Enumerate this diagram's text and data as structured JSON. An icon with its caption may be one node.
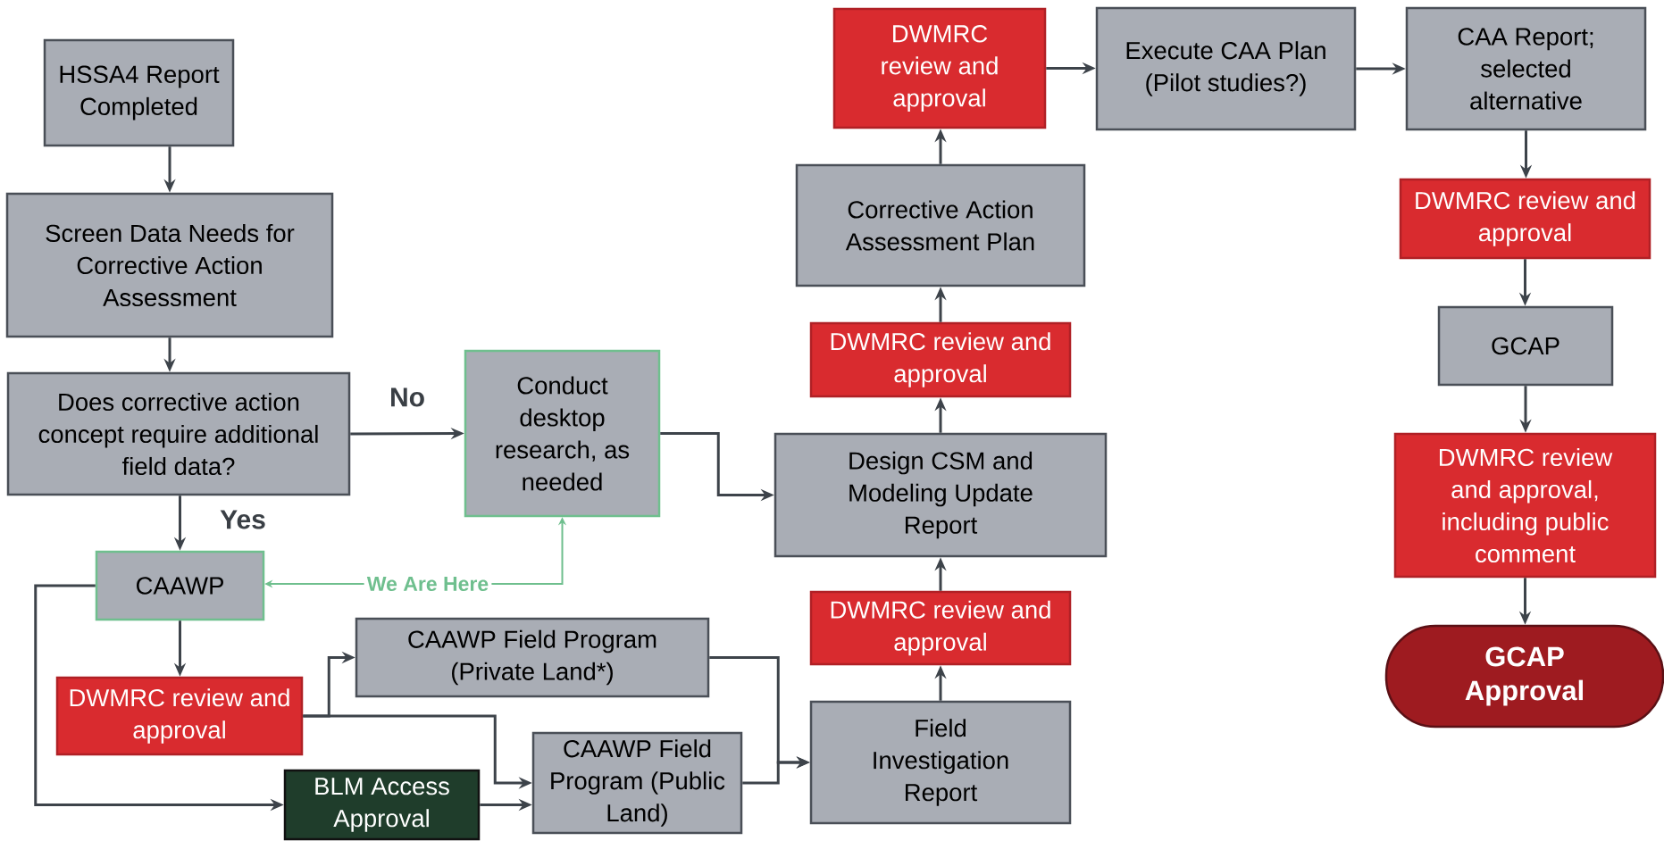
{
  "diagram": {
    "nodes": [
      {
        "text": [
          "HSSA4 Report Completed"
        ]
      },
      {
        "text": [
          "Screen Data Needs for Corrective Action Assessment"
        ]
      },
      {
        "text": [
          "Does corrective action concept require additional field data?"
        ]
      },
      {
        "text": [
          "Conduct desktop research, as needed"
        ]
      },
      {
        "text": [
          "CAAWP"
        ]
      },
      {
        "text": [
          "We Are Here"
        ]
      },
      {
        "text": [
          "DWMRC review and approval"
        ]
      },
      {
        "text": [
          "CAAWP Field Program (Private Land*)"
        ]
      },
      {
        "text": [
          "BLM Access Approval"
        ]
      },
      {
        "text": [
          "CAAWP Field Program (Public Land)"
        ]
      },
      {
        "text": [
          "Field Investigation Report"
        ]
      },
      {
        "text": [
          "DWMRC review and approval"
        ]
      },
      {
        "text": [
          "Design CSM and Modeling Update Report"
        ]
      },
      {
        "text": [
          "DWMRC review and approval"
        ]
      },
      {
        "text": [
          "Corrective Action Assessment Plan"
        ]
      },
      {
        "text": [
          "DWMRC review and approval"
        ]
      },
      {
        "text": [
          "Execute CAA Plan (Pilot studies?)"
        ]
      },
      {
        "text": [
          "CAA Report; selected alternative"
        ]
      },
      {
        "text": [
          "DWMRC review and approval"
        ]
      },
      {
        "text": [
          "GCAP"
        ]
      },
      {
        "text": [
          "DWMRC review and approval, including public comment"
        ]
      },
      {
        "text": [
          "GCAP Approval"
        ]
      }
    ],
    "edges": [
      {
        "from": 0,
        "to": 1,
        "arrow": "to"
      },
      {
        "from": 1,
        "to": 2,
        "arrow": "to"
      },
      {
        "from": 2,
        "to": 3,
        "arrow": "to",
        "label": "No"
      },
      {
        "from": 2,
        "to": 4,
        "arrow": "to",
        "label": "Yes"
      },
      {
        "from": 3,
        "to": 12,
        "arrow": "to"
      },
      {
        "from": 5,
        "to": 4,
        "arrow": "to",
        "color": "#6fbf8e"
      },
      {
        "from": 5,
        "to": 3,
        "arrow": "to",
        "color": "#6fbf8e"
      },
      {
        "from": 4,
        "to": 6,
        "arrow": "to"
      },
      {
        "from": 4,
        "to": 8,
        "arrow": "to"
      },
      {
        "from": 6,
        "to": 7,
        "arrow": "to"
      },
      {
        "from": 6,
        "to": 9,
        "arrow": "to"
      },
      {
        "from": 8,
        "to": 9,
        "arrow": "to"
      },
      {
        "from": 7,
        "to": 10,
        "arrow": "to"
      },
      {
        "from": 9,
        "to": 10,
        "arrow": "to"
      },
      {
        "from": 10,
        "to": 11,
        "arrow": "to"
      },
      {
        "from": 11,
        "to": 12,
        "arrow": "to"
      },
      {
        "from": 12,
        "to": 13,
        "arrow": "to"
      },
      {
        "from": 13,
        "to": 14,
        "arrow": "to"
      },
      {
        "from": 14,
        "to": 15,
        "arrow": "to"
      },
      {
        "from": 15,
        "to": 16,
        "arrow": "to"
      },
      {
        "from": 16,
        "to": 17,
        "arrow": "to"
      },
      {
        "from": 17,
        "to": 18,
        "arrow": "to"
      },
      {
        "from": 18,
        "to": 19,
        "arrow": "to"
      },
      {
        "from": 19,
        "to": 20,
        "arrow": "to"
      },
      {
        "from": 20,
        "to": 21,
        "arrow": "to"
      }
    ]
  }
}
